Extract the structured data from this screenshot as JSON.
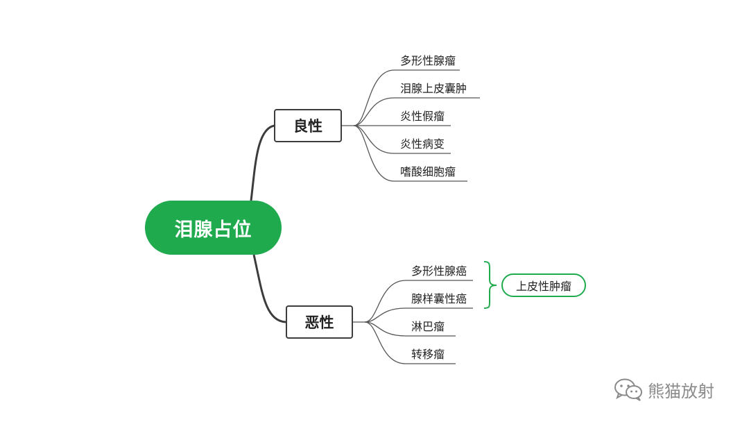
{
  "root": {
    "label": "泪腺占位"
  },
  "benign": {
    "label": "良性",
    "items": [
      "多形性腺瘤",
      "泪腺上皮囊肿",
      "炎性假瘤",
      "炎性病变",
      "嗜酸细胞瘤"
    ]
  },
  "malignant": {
    "label": "恶性",
    "items": [
      "多形性腺癌",
      "腺样囊性癌",
      "淋巴瘤",
      "转移瘤"
    ],
    "group_label": "上皮性肿瘤"
  },
  "watermark": {
    "text": "熊猫放射",
    "icon": "wechat-icon"
  },
  "colors": {
    "accent": "#1faa4e",
    "line": "#3c3c3c",
    "leaf_line": "#555555"
  }
}
